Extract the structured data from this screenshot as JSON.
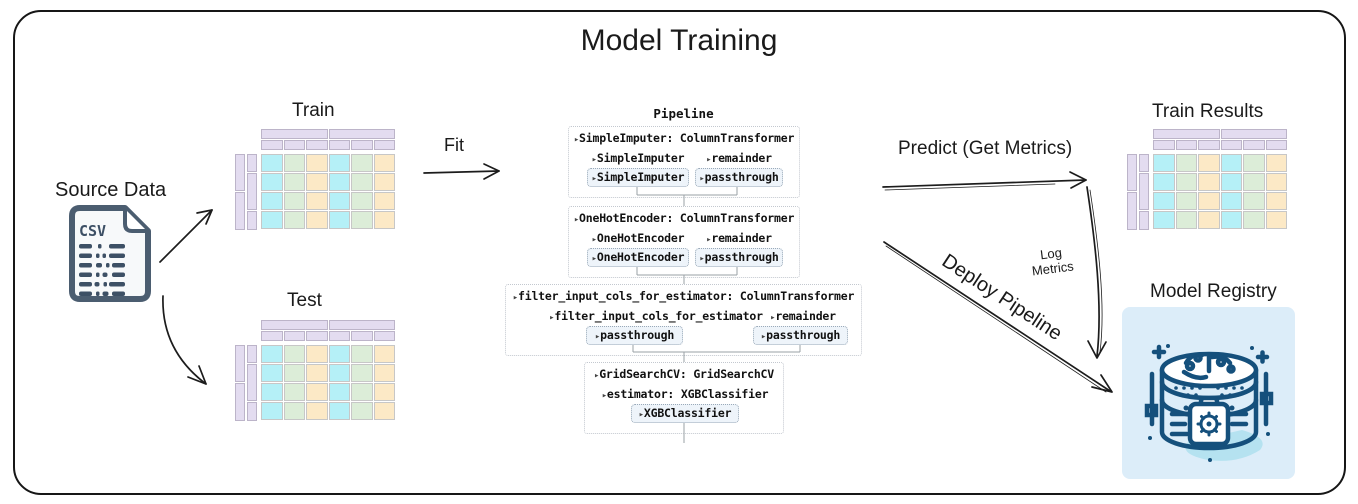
{
  "title": "Model Training",
  "labels": {
    "source": "Source Data",
    "train": "Train",
    "test": "Test",
    "fit": "Fit",
    "predict": "Predict (Get Metrics)",
    "deploy": "Deploy Pipeline",
    "log_line1": "Log",
    "log_line2": "Metrics",
    "train_results": "Train Results",
    "model_registry": "Model Registry"
  },
  "csv": {
    "label": "CSV"
  },
  "pipeline": {
    "title": "Pipeline",
    "sections": [
      {
        "title": "SimpleImputer: ColumnTransformer",
        "col1_header": "SimpleImputer",
        "col1_box": "SimpleImputer",
        "col2_header": "remainder",
        "col2_box": "passthrough"
      },
      {
        "title": "OneHotEncoder: ColumnTransformer",
        "col1_header": "OneHotEncoder",
        "col1_box": "OneHotEncoder",
        "col2_header": "remainder",
        "col2_box": "passthrough"
      },
      {
        "title": "filter_input_cols_for_estimator: ColumnTransformer",
        "col1_header": "filter_input_cols_for_estimator",
        "col1_box": "passthrough",
        "col2_header": "remainder",
        "col2_box": "passthrough"
      },
      {
        "title": "GridSearchCV: GridSearchCV",
        "subtitle": "estimator: XGBClassifier",
        "box": "XGBClassifier"
      }
    ]
  },
  "dataframe": {
    "header_levels": 2,
    "header_groups": 2,
    "columns": 6,
    "rows": 4,
    "index_levels": 2,
    "column_colors": [
      "cyan",
      "green",
      "orange",
      "cyan",
      "green",
      "orange"
    ]
  },
  "colors": {
    "header_purple": "#e3dcf0",
    "cell_cyan": "#b5f0f7",
    "cell_green": "#dcedd8",
    "cell_orange": "#fce9c6",
    "registry_bg": "#dcedf9",
    "icon_navy": "#15507c",
    "csv_slate": "#4b5d70",
    "arrow_black": "#1c1c1c",
    "connector_gray": "#9aa0a6"
  }
}
